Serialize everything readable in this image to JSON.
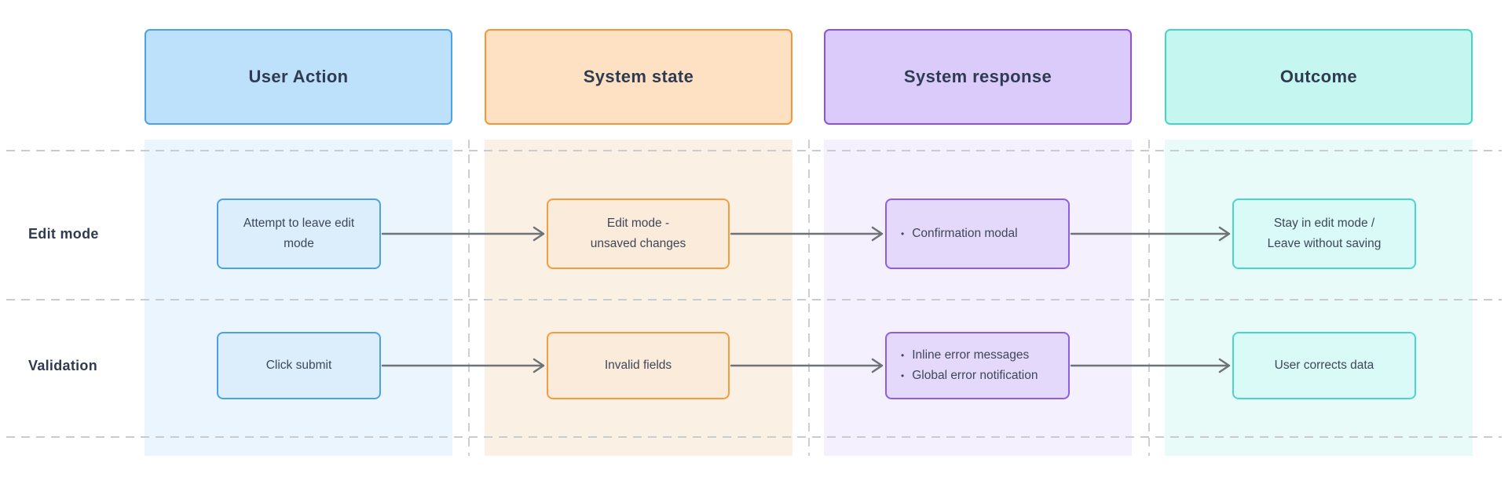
{
  "diagram": {
    "columns": [
      {
        "title": "User Action",
        "header_fill": "#BEE1FB",
        "header_border": "#4BA2E9",
        "lane_fill": "#EBF5FD",
        "node_fill": "#DCEEFB",
        "node_border": "#4BA0E8"
      },
      {
        "title": "System state",
        "header_fill": "#FEE0C2",
        "header_border": "#F79636",
        "lane_fill": "#FBF0E4",
        "node_fill": "#FBEBDA",
        "node_border": "#F79B42"
      },
      {
        "title": "System response",
        "header_fill": "#DACBFA",
        "header_border": "#8B51E8",
        "lane_fill": "#F5F0FD",
        "node_fill": "#E4D9FB",
        "node_border": "#8A5FE6"
      },
      {
        "title": "Outcome",
        "header_fill": "#C5F7F0",
        "header_border": "#43D6C5",
        "lane_fill": "#E8FBF9",
        "node_fill": "#D9FAF6",
        "node_border": "#4AD5C9"
      }
    ],
    "rows": [
      {
        "label": "Edit mode",
        "cells": [
          {
            "lines": [
              "Attempt to leave edit",
              "mode"
            ]
          },
          {
            "lines": [
              "Edit mode -",
              "unsaved changes"
            ]
          },
          {
            "bullets": [
              "Confirmation modal"
            ]
          },
          {
            "lines": [
              "Stay in edit mode /",
              "Leave without saving"
            ]
          }
        ]
      },
      {
        "label": "Validation",
        "cells": [
          {
            "lines": [
              "Click submit"
            ]
          },
          {
            "lines": [
              "Invalid fields"
            ]
          },
          {
            "bullets": [
              "Inline error messages",
              "Global error notification"
            ]
          },
          {
            "lines": [
              "User corrects data"
            ]
          }
        ]
      }
    ],
    "arrow_color": "#6E7377",
    "grid_line_color": "#C9CCCF",
    "heading_color": "#2F3B52",
    "node_text_color": "#3D4759"
  }
}
